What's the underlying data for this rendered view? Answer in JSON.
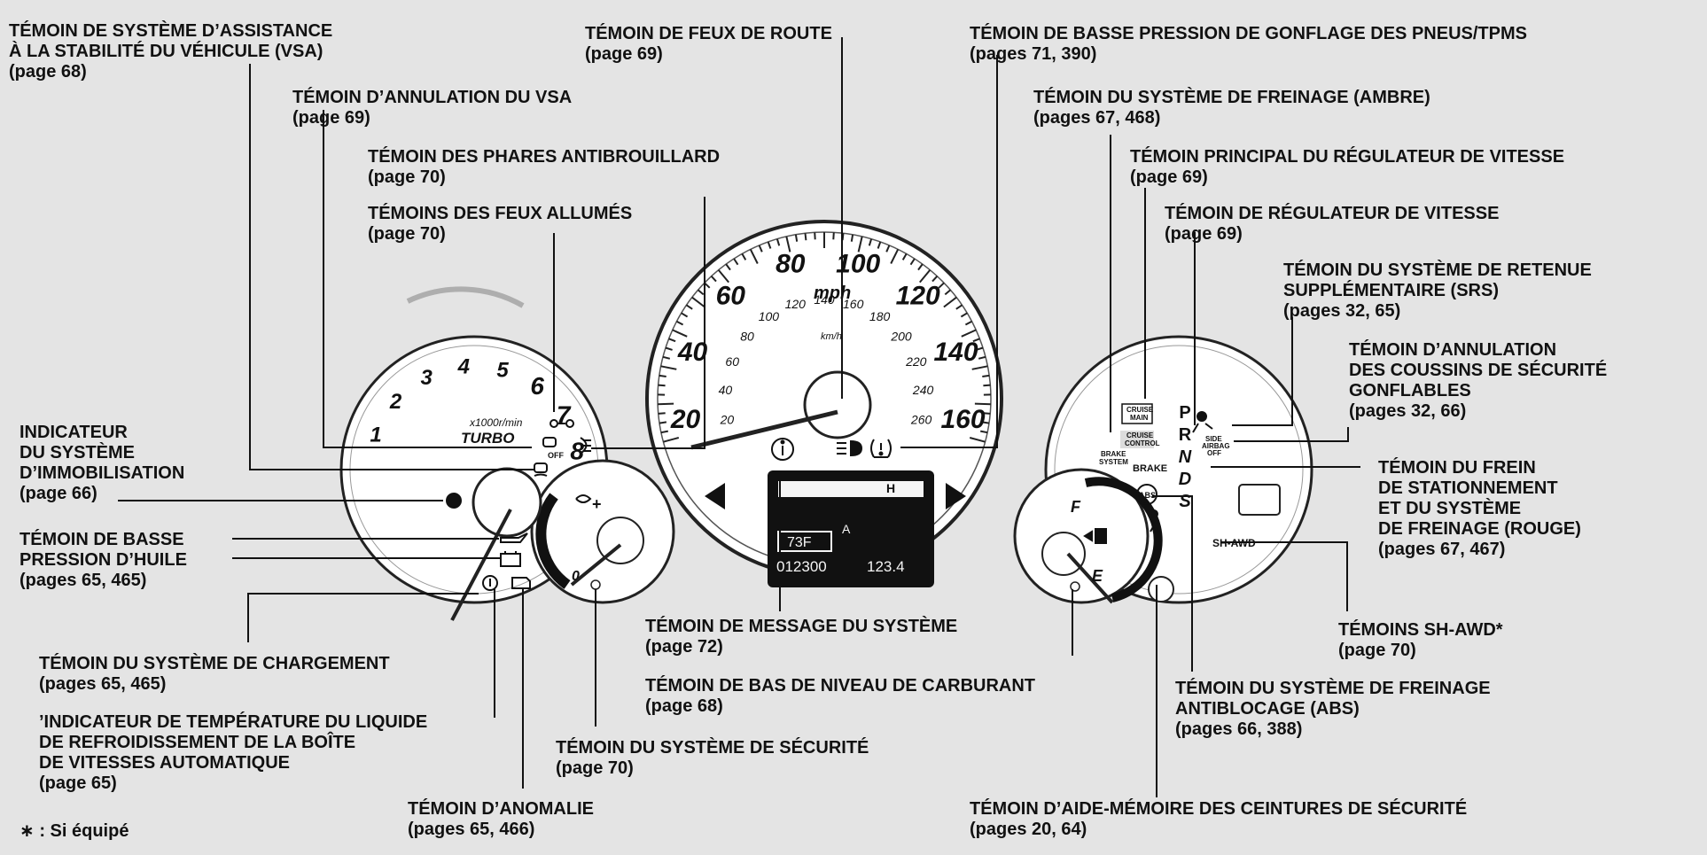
{
  "labels": {
    "vsa": {
      "title": "TÉMOIN DE SYSTÈME D’ASSISTANCE\nÀ LA STABILITÉ DU VÉHICULE (VSA)",
      "pages": "(page 68)"
    },
    "vsa_off": {
      "title": "TÉMOIN D’ANNULATION DU VSA",
      "pages": "(page 69)"
    },
    "fog": {
      "title": "TÉMOIN DES PHARES ANTIBROUILLARD",
      "pages": "(page 70)"
    },
    "lights_on": {
      "title": "TÉMOINS DES FEUX ALLUMÉS",
      "pages": "(page 70)"
    },
    "immobilizer": {
      "title": "INDICATEUR\nDU SYSTÈME\nD’IMMOBILISATION",
      "pages": "(page 66)"
    },
    "oil": {
      "title": "TÉMOIN DE BASSE\nPRESSION D’HUILE",
      "pages": "(pages 65, 465)"
    },
    "charging": {
      "title": "TÉMOIN DU SYSTÈME DE CHARGEMENT",
      "pages": "(pages 65, 465)"
    },
    "atf_temp": {
      "title": "’INDICATEUR DE TEMPÉRATURE DU LIQUIDE\nDE REFROIDISSEMENT DE LA BOÎTE\nDE VITESSES AUTOMATIQUE",
      "pages": "(page 65)"
    },
    "malfunction": {
      "title": "TÉMOIN D’ANOMALIE",
      "pages": "(pages 65, 466)"
    },
    "security": {
      "title": "TÉMOIN DU SYSTÈME DE SÉCURITÉ",
      "pages": "(page 70)"
    },
    "high_beam": {
      "title": "TÉMOIN DE FEUX DE ROUTE",
      "pages": "(page 69)"
    },
    "message": {
      "title": "TÉMOIN DE MESSAGE DU SYSTÈME",
      "pages": "(page 72)"
    },
    "low_fuel": {
      "title": "TÉMOIN DE BAS DE NIVEAU DE CARBURANT",
      "pages": "(page 68)"
    },
    "tpms": {
      "title": "TÉMOIN DE BASSE PRESSION DE GONFLAGE DES PNEUS/TPMS",
      "pages": "(pages 71, 390)"
    },
    "brake_amber": {
      "title": "TÉMOIN DU SYSTÈME DE FREINAGE (AMBRE)",
      "pages": "(pages 67, 468)"
    },
    "cruise_main": {
      "title": "TÉMOIN PRINCIPAL DU RÉGULATEUR DE VITESSE",
      "pages": "(page 69)"
    },
    "cruise": {
      "title": "TÉMOIN DE RÉGULATEUR DE VITESSE",
      "pages": "(page 69)"
    },
    "srs": {
      "title": "TÉMOIN DU SYSTÈME DE RETENUE\nSUPPLÉMENTAIRE (SRS)",
      "pages": "(pages 32, 65)"
    },
    "airbag_off": {
      "title": "TÉMOIN D’ANNULATION\nDES COUSSINS DE SÉCURITÉ\nGONFLABLES",
      "pages": "(pages 32, 66)"
    },
    "parking_brake": {
      "title": "TÉMOIN DU FREIN\nDE STATIONNEMENT\nET DU SYSTÈME\nDE FREINAGE (ROUGE)",
      "pages": "(pages 67, 467)"
    },
    "sh_awd": {
      "title": "TÉMOINS SH-AWD*",
      "pages": "(page 70)"
    },
    "abs": {
      "title": "TÉMOIN DU SYSTÈME DE FREINAGE\nANTIBLOCAGE (ABS)",
      "pages": "(pages 66, 388)"
    },
    "seatbelt": {
      "title": "TÉMOIN D’AIDE-MÉMOIRE DES CEINTURES DE SÉCURITÉ",
      "pages": "(pages 20, 64)"
    }
  },
  "footnote": "∗ : Si équipé",
  "tachometer": {
    "unit": "x1000r/min",
    "brand": "TURBO",
    "ticks": [
      "1",
      "2",
      "3",
      "4",
      "5",
      "6",
      "7",
      "8"
    ]
  },
  "speedometer": {
    "mph_ticks": [
      "20",
      "40",
      "60",
      "80",
      "100",
      "120",
      "140",
      "160"
    ],
    "kmh_ticks": [
      "20",
      "40",
      "60",
      "80",
      "100",
      "120",
      "140",
      "160",
      "180",
      "200",
      "220",
      "240",
      "260"
    ],
    "unit_mph": "mph",
    "unit_kmh": "km/h"
  },
  "display": {
    "temp": "73F",
    "mode": "A",
    "odometer": "012300",
    "trip": "123.4",
    "hot_marker": "H"
  },
  "temp_gauge": {
    "plus": "+",
    "zero": "0"
  },
  "fuel_gauge": {
    "full": "F",
    "empty": "E"
  },
  "gear_indicator": [
    "P",
    "R",
    "N",
    "D",
    "S"
  ],
  "indicator_texts": {
    "cruise_main": "CRUISE\nMAIN",
    "cruise_control": "CRUISE\nCONTROL",
    "brake_system": "BRAKE\nSYSTEM",
    "brake": "BRAKE",
    "side_airbag_off": "SIDE\nAIRBAG\nOFF",
    "sh_awd": "SH-AWD",
    "abs": "ABS",
    "off": "OFF"
  }
}
